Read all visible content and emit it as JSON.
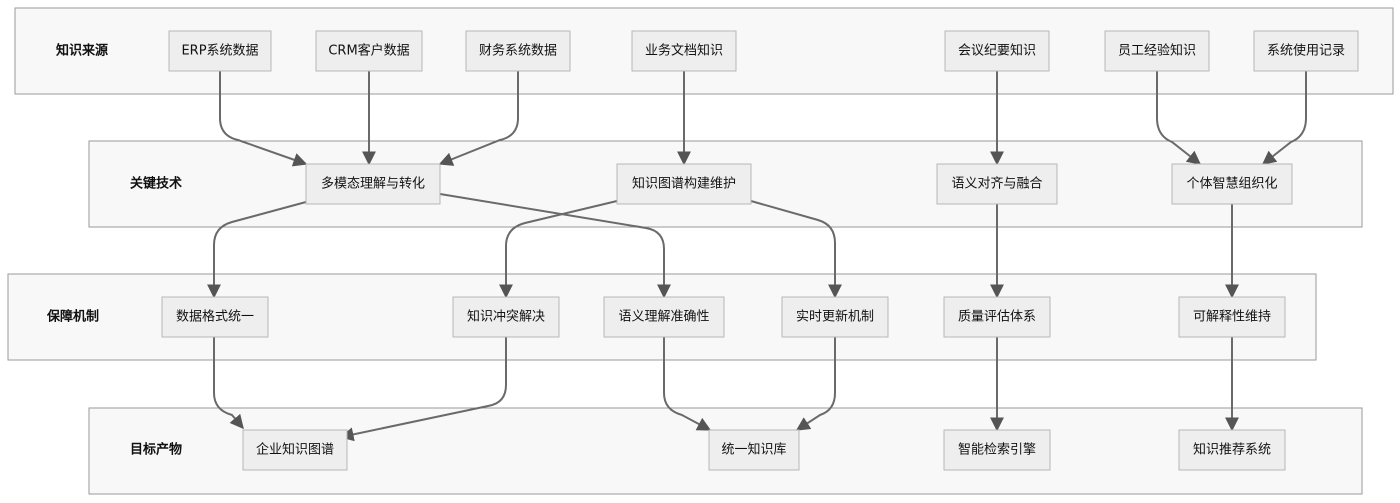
{
  "lanes": {
    "source": "知识来源",
    "tech": "关键技术",
    "guarantee": "保障机制",
    "output": "目标产物"
  },
  "nodes": {
    "erp": "ERP系统数据",
    "crm": "CRM客户数据",
    "finance": "财务系统数据",
    "bizdoc": "业务文档知识",
    "meeting": "会议纪要知识",
    "staff": "员工经验知识",
    "syslog": "系统使用记录",
    "multimodal": "多模态理解与转化",
    "kgbuild": "知识图谱构建维护",
    "semalign": "语义对齐与融合",
    "wisdom": "个体智慧组织化",
    "format": "数据格式统一",
    "conflict": "知识冲突解决",
    "accuracy": "语义理解准确性",
    "realtime": "实时更新机制",
    "quality": "质量评估体系",
    "explain": "可解释性维持",
    "ekg": "企业知识图谱",
    "unified": "统一知识库",
    "search": "智能检索引擎",
    "recommend": "知识推荐系统"
  }
}
